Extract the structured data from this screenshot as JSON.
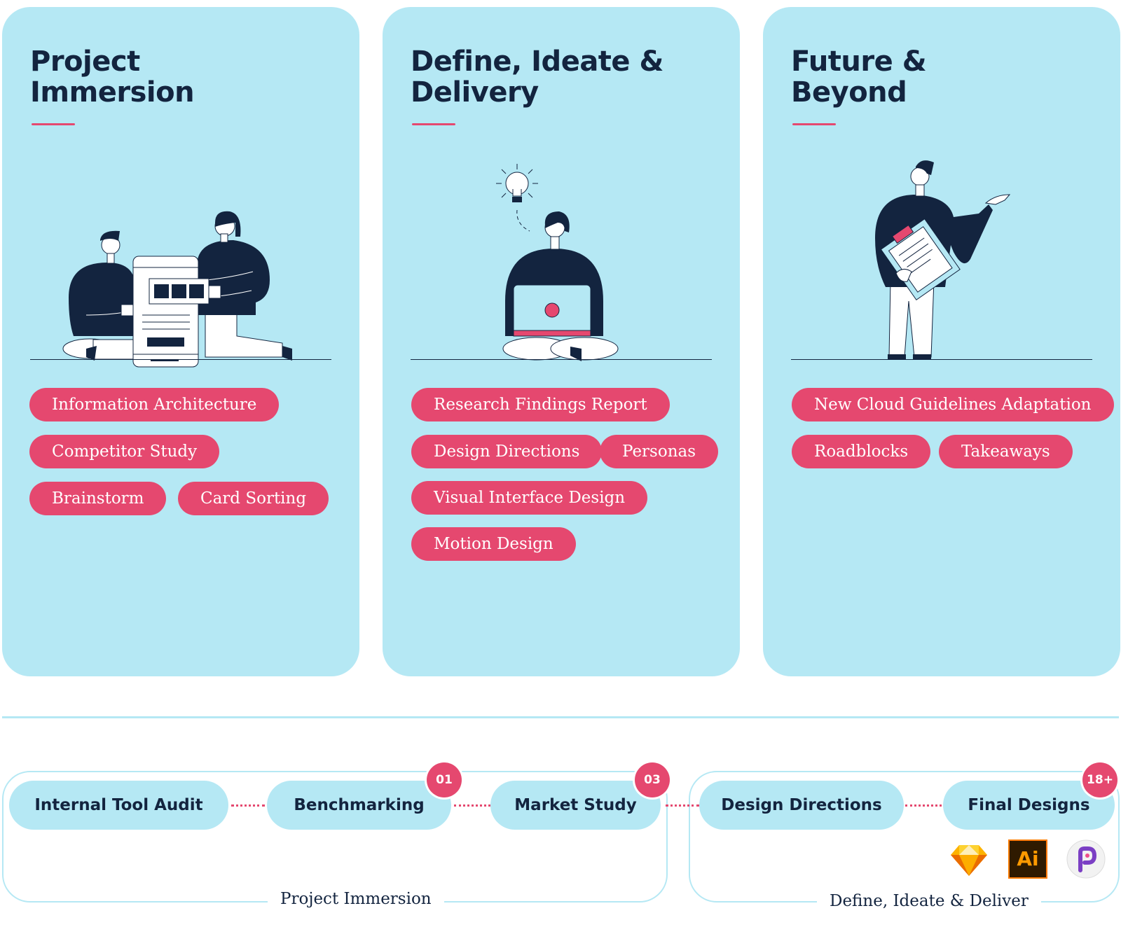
{
  "phases": [
    {
      "title_line1": "Project",
      "title_line2": "Immersion",
      "tags": [
        "Information Architecture",
        "Competitor Study",
        "Brainstorm",
        "Card Sorting"
      ]
    },
    {
      "title_line1": "Define, Ideate &",
      "title_line2": "Delivery",
      "tags": [
        "Research Findings Report",
        "Design Directions",
        "Personas",
        "Visual Interface Design",
        "Motion Design"
      ]
    },
    {
      "title_line1": "Future &",
      "title_line2": "Beyond",
      "tags": [
        "New Cloud Guidelines Adaptation",
        "Roadblocks",
        "Takeaways"
      ]
    }
  ],
  "timeline": {
    "groups": [
      {
        "label": "Project Immersion"
      },
      {
        "label": "Define, Ideate & Deliver"
      }
    ],
    "steps": [
      {
        "label": "Internal Tool Audit",
        "badge": ""
      },
      {
        "label": "Benchmarking",
        "badge": "01"
      },
      {
        "label": "Market Study",
        "badge": "03"
      },
      {
        "label": "Design Directions",
        "badge": ""
      },
      {
        "label": "Final Designs",
        "badge": "18+"
      }
    ],
    "tools": [
      "sketch-icon",
      "illustrator-icon",
      "principle-icon"
    ],
    "tool_texts": {
      "illustrator": "Ai"
    }
  },
  "colors": {
    "card": "#b5e8f4",
    "accent": "#e5486f",
    "navy": "#13243f",
    "white": "#ffffff"
  }
}
